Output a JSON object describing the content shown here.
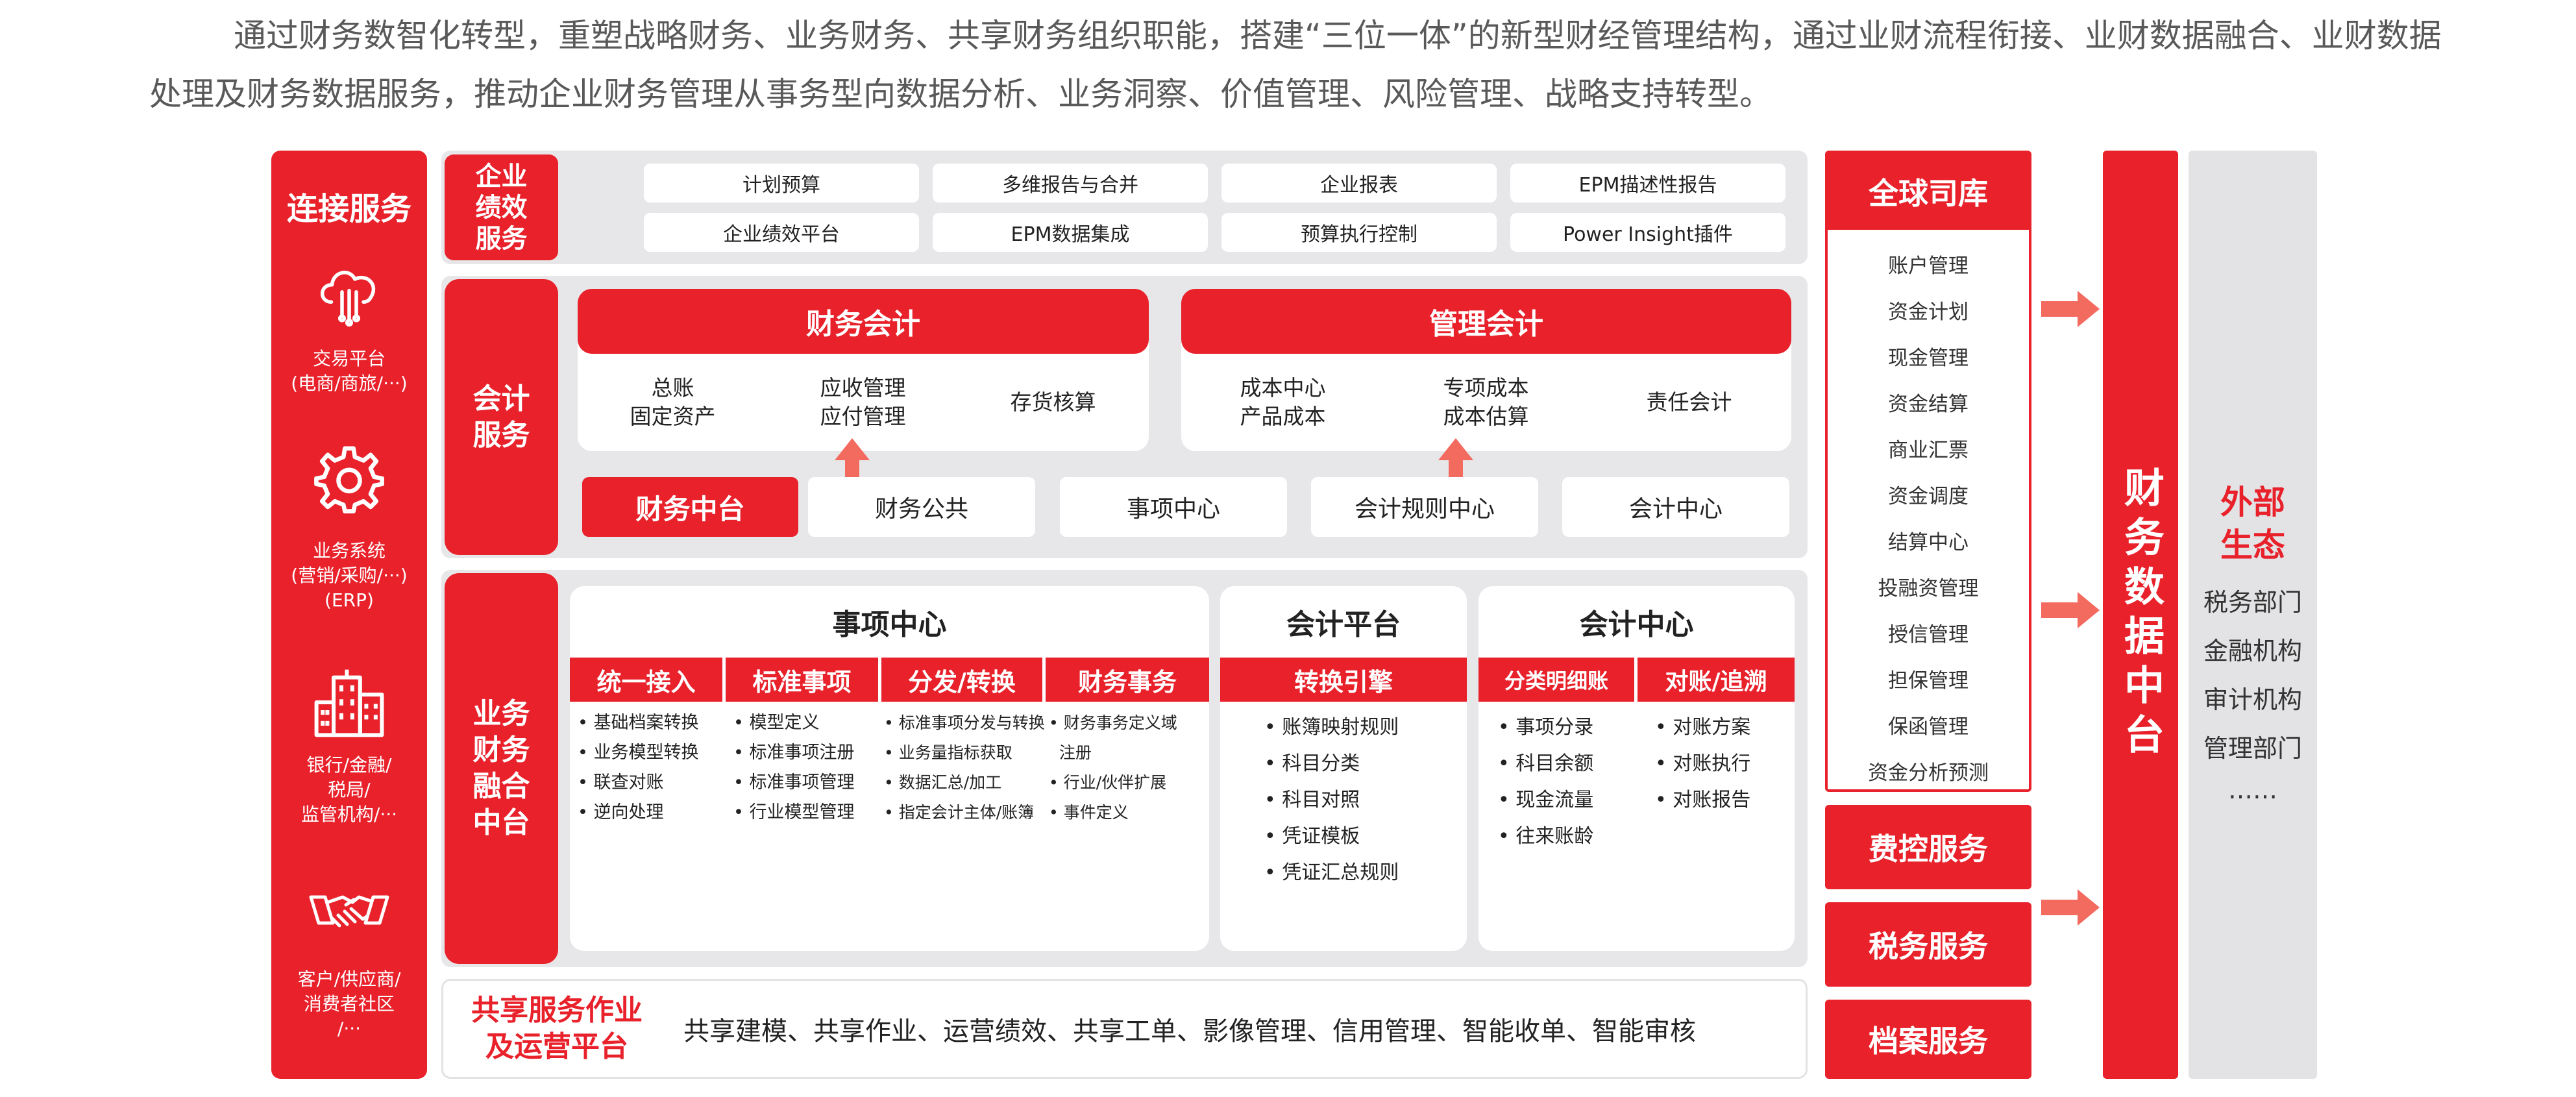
{
  "intro": "通过财务数智化转型，重塑战略财务、业务财务、共享财务组织职能，搭建“三位一体”的新型财经管理结构，通过业财流程衔接、业财数据融合、业财数据处理及财务数据服务，推动企业财务管理从事务型向数据分析、业务洞察、价值管理、风险管理、战略支持转型。",
  "colors": {
    "accent": "#e8212b",
    "panel": "#e7e7e9",
    "external": "#e3e3e5",
    "arrow": "#f36a5f"
  },
  "connect": {
    "title": "连接服务",
    "items": [
      {
        "icon": "cloud-icon",
        "label": "交易平台\n(电商/商旅/···)"
      },
      {
        "icon": "gear-icon",
        "label": "业务系统\n(营销/采购/···)\n(ERP)"
      },
      {
        "icon": "building-icon",
        "label": "银行/金融/\n税局/\n监管机构/···"
      },
      {
        "icon": "handshake-icon",
        "label": "客户/供应商/\n消费者社区\n/···"
      }
    ]
  },
  "epm": {
    "title": "企业\n绩效\n服务",
    "items": [
      "计划预算",
      "多维报告与合并",
      "企业报表",
      "EPM描述性报告",
      "企业绩效平台",
      "EPM数据集成",
      "预算执行控制",
      "Power Insight插件"
    ]
  },
  "accounting": {
    "title": "会计\n服务",
    "financial": {
      "title": "财务会计",
      "items": [
        "总账\n固定资产",
        "应收管理\n应付管理",
        "存货核算"
      ]
    },
    "management": {
      "title": "管理会计",
      "items": [
        "成本中心\n产品成本",
        "专项成本\n成本估算",
        "责任会计"
      ]
    },
    "middle_title": "财务中台",
    "middle_items": [
      "财务公共",
      "事项中心",
      "会计规则中心",
      "会计中心"
    ]
  },
  "fusion": {
    "title": "业务\n财务\n融合\n中台",
    "event_center": {
      "title": "事项中心",
      "columns": [
        {
          "header": "统一接入",
          "items": [
            "• 基础档案转换",
            "• 业务模型转换",
            "• 联查对账",
            "• 逆向处理"
          ]
        },
        {
          "header": "标准事项",
          "items": [
            "• 模型定义",
            "• 标准事项注册",
            "• 标准事项管理",
            "• 行业模型管理"
          ]
        },
        {
          "header": "分发/转换",
          "items": [
            "• 标准事项分发与转换",
            "• 业务量指标获取",
            "• 数据汇总/加工",
            "• 指定会计主体/账簿"
          ]
        },
        {
          "header": "财务事务",
          "items": [
            "• 财务事务定义域",
            "  注册",
            "• 行业/伙伴扩展",
            "• 事件定义"
          ]
        }
      ]
    },
    "accounting_platform": {
      "title": "会计平台",
      "header": "转换引擎",
      "items": [
        "• 账簿映射规则",
        "• 科目分类",
        "• 科目对照",
        "• 凭证模板",
        "• 凭证汇总规则"
      ]
    },
    "accounting_center": {
      "title": "会计中心",
      "columns": [
        {
          "header": "分类明细账",
          "items": [
            "• 事项分录",
            "• 科目余额",
            "• 现金流量",
            "• 往来账龄"
          ]
        },
        {
          "header": "对账/追溯",
          "items": [
            "• 对账方案",
            "• 对账执行",
            "• 对账报告"
          ]
        }
      ]
    }
  },
  "shared": {
    "title": "共享服务作业\n及运营平台",
    "content": "共享建模、共享作业、运营绩效、共享工单、影像管理、信用管理、智能收单、智能审核"
  },
  "treasury": {
    "title": "全球司库",
    "items": [
      "账户管理",
      "资金计划",
      "现金管理",
      "资金结算",
      "商业汇票",
      "资金调度",
      "结算中心",
      "投融资管理",
      "授信管理",
      "担保管理",
      "保函管理",
      "资金分析预测"
    ]
  },
  "services": [
    "费控服务",
    "税务服务",
    "档案服务"
  ],
  "data_middle": "财务数据中台",
  "external": {
    "title": "外部\n生态",
    "items": [
      "税务部门",
      "金融机构",
      "审计机构",
      "管理部门",
      "……"
    ]
  }
}
